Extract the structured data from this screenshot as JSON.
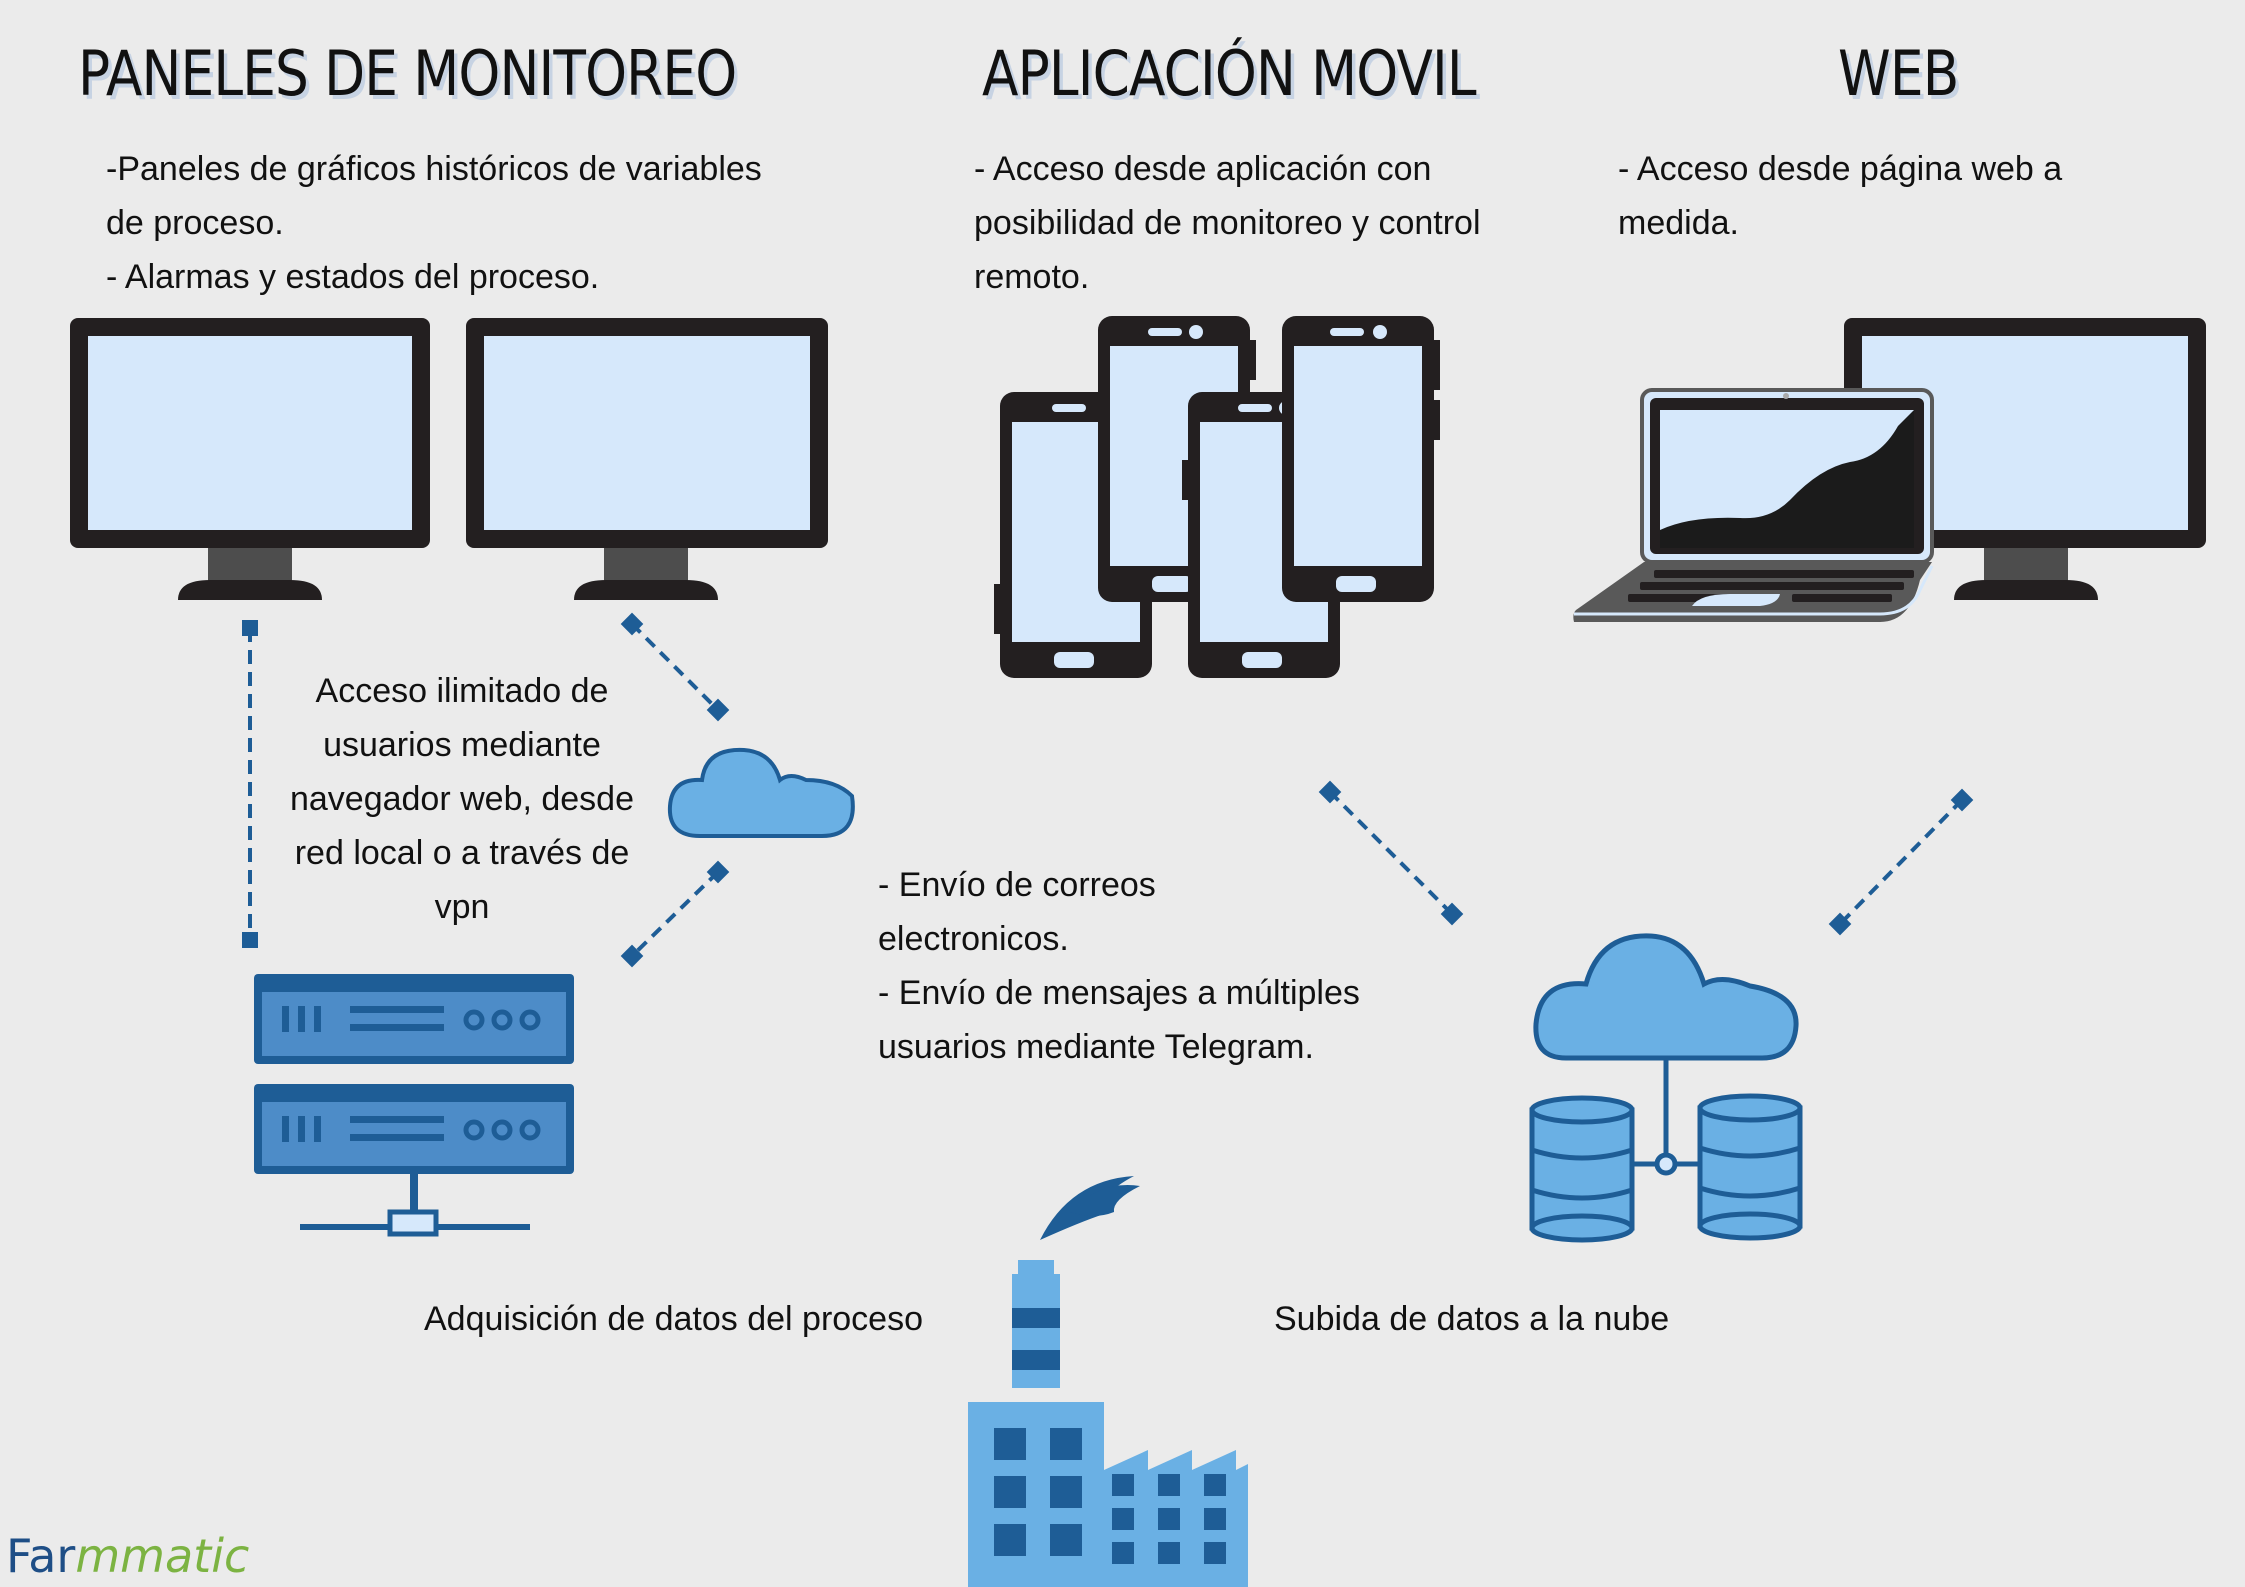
{
  "headings": {
    "panels": "PANELES DE MONITOREO",
    "mobile": "APLICACIÓN MOVIL",
    "web": "WEB"
  },
  "panels_text": [
    "-Paneles de gráficos históricos de variables de proceso.",
    "- Alarmas y estados del proceso."
  ],
  "mobile_text": "- Acceso desde aplicación con posibilidad de monitoreo y control remoto.",
  "web_text": "- Acceso desde página web a medida.",
  "access_text": "Acceso ilimitado de usuarios mediante navegador web, desde red local o a través de vpn",
  "notifications_text": [
    "- Envío de correos electronicos.",
    "- Envío de mensajes a múltiples usuarios mediante Telegram."
  ],
  "bottom_labels": {
    "acquisition": "Adquisición de datos del proceso",
    "cloud_upload": "Subida de datos a la nube"
  },
  "logo": {
    "part1": "Far",
    "part2": "mmatic"
  },
  "icons": [
    "monitor-icon",
    "phone-icon",
    "laptop-icon",
    "cloud-icon",
    "server-icon",
    "database-icon",
    "factory-icon"
  ],
  "colors": {
    "background": "#ebebeb",
    "screen": "#d6e8fb",
    "device_dark": "#231f20",
    "accent_blue": "#1e5d96",
    "light_blue": "#6ab0e4"
  }
}
